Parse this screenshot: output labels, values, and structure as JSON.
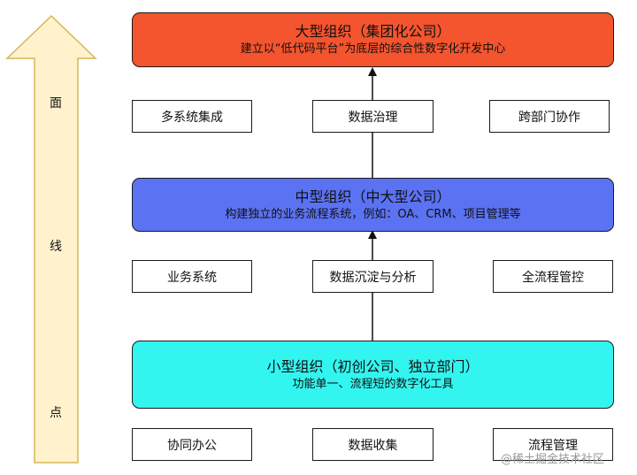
{
  "side_arrow": {
    "labels": [
      "面",
      "线",
      "点"
    ],
    "fill": "#fff2cc",
    "stroke": "#d6b656"
  },
  "tiers": {
    "large": {
      "title": "大型组织（集团化公司）",
      "subtitle": "建立以“低代码平台”为底层的综合性数字化开发中心",
      "color": "#f4542e"
    },
    "medium": {
      "title": "中型组织（中大型公司）",
      "subtitle": "构建独立的业务流程系统，例如：OA、CRM、项目管理等",
      "color": "#5b72f2"
    },
    "small": {
      "title": "小型组织（初创公司、独立部门）",
      "subtitle": "功能单一、流程短的数字化工具",
      "color": "#33f5f0"
    }
  },
  "rows": {
    "row1": [
      "多系统集成",
      "数据治理",
      "跨部门协作"
    ],
    "row2": [
      "业务系统",
      "数据沉淀与分析",
      "全流程管控"
    ],
    "row3": [
      "协同办公",
      "数据收集",
      "流程管理"
    ]
  },
  "watermark": "@稀土掘金技术社区"
}
